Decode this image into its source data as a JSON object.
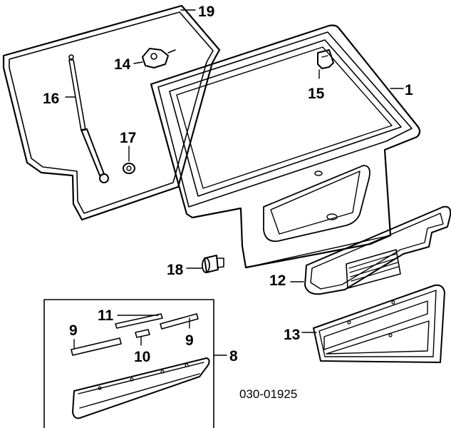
{
  "diagram_code": "030-01925",
  "callouts": {
    "c1": "1",
    "c8": "8",
    "c9a": "9",
    "c9b": "9",
    "c10": "10",
    "c11": "11",
    "c12": "12",
    "c13": "13",
    "c14": "14",
    "c15": "15",
    "c16": "16",
    "c17": "17",
    "c18": "18",
    "c19": "19"
  }
}
